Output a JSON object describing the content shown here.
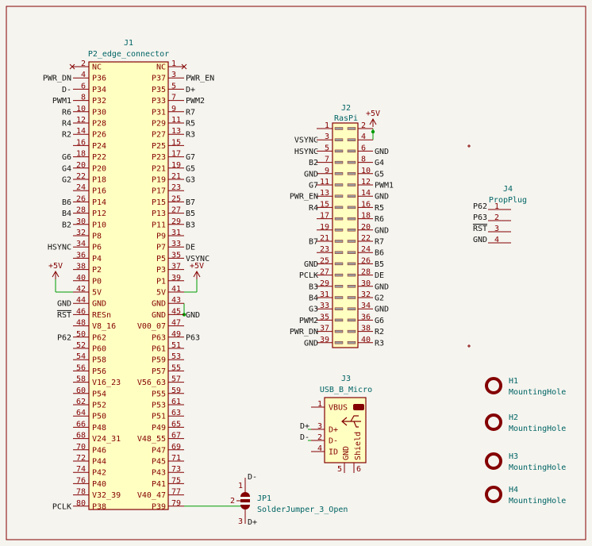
{
  "symbols": {
    "j1": {
      "ref": "J1",
      "value": "P2_edge_connector",
      "left_pins": [
        "2",
        "4",
        "6",
        "8",
        "10",
        "12",
        "14",
        "16",
        "18",
        "20",
        "22",
        "24",
        "26",
        "28",
        "30",
        "32",
        "34",
        "36",
        "38",
        "40",
        "42",
        "44",
        "46",
        "48",
        "50",
        "52",
        "54",
        "56",
        "58",
        "60",
        "62",
        "64",
        "66",
        "68",
        "70",
        "72",
        "74",
        "76",
        "78",
        "80"
      ],
      "left_names": [
        "NC",
        "P36",
        "P34",
        "P32",
        "P30",
        "P28",
        "P26",
        "P24",
        "P22",
        "P20",
        "P18",
        "P16",
        "P14",
        "P12",
        "P10",
        "P8",
        "P6",
        "P4",
        "P2",
        "P0",
        "5V",
        "GND",
        "RESn",
        "V8_16",
        "P62",
        "P60",
        "P58",
        "P56",
        "V16_23",
        "P54",
        "P52",
        "P50",
        "P48",
        "V24_31",
        "P46",
        "P44",
        "P42",
        "P40",
        "V32_39",
        "P38"
      ],
      "right_pins": [
        "1",
        "3",
        "5",
        "7",
        "9",
        "11",
        "13",
        "15",
        "17",
        "19",
        "21",
        "23",
        "25",
        "27",
        "29",
        "31",
        "33",
        "35",
        "37",
        "39",
        "41",
        "43",
        "45",
        "47",
        "49",
        "51",
        "53",
        "55",
        "57",
        "59",
        "61",
        "63",
        "65",
        "67",
        "69",
        "71",
        "73",
        "75",
        "77",
        "79"
      ],
      "right_names": [
        "NC",
        "P37",
        "P35",
        "P33",
        "P31",
        "P29",
        "P27",
        "P25",
        "P23",
        "P21",
        "P19",
        "P17",
        "P15",
        "P13",
        "P11",
        "P9",
        "P7",
        "P5",
        "P3",
        "P1",
        "5V",
        "GND",
        "GND",
        "V00_07",
        "P63",
        "P61",
        "P59",
        "P57",
        "V56_63",
        "P55",
        "P53",
        "P51",
        "P49",
        "V48_55",
        "P47",
        "P45",
        "P43",
        "P41",
        "V40_47",
        "P39"
      ],
      "left_labels": [
        "",
        "PWR_DN",
        "D-",
        "PWM1",
        "R6",
        "R4",
        "R2",
        "",
        "G6",
        "G4",
        "G2",
        "",
        "B6",
        "B4",
        "B2",
        "",
        "HSYNC",
        "",
        "",
        "",
        "",
        "GND",
        "RST",
        "",
        "P62",
        "",
        "",
        "",
        "",
        "",
        "",
        "",
        "",
        "",
        "",
        "",
        "",
        "",
        "",
        "PCLK"
      ],
      "right_labels": [
        "",
        "PWR_EN",
        "D+",
        "PWM2",
        "R7",
        "R5",
        "R3",
        "",
        "G7",
        "G5",
        "G3",
        "",
        "B7",
        "B5",
        "B3",
        "",
        "DE",
        "VSYNC",
        "",
        "",
        "",
        "",
        "GND",
        "",
        "P63",
        "",
        "",
        "",
        "",
        "",
        "",
        "",
        "",
        "",
        "",
        "",
        "",
        "",
        "",
        ""
      ]
    },
    "j2": {
      "ref": "J2",
      "value": "RasPi",
      "left_pins": [
        "1",
        "3",
        "5",
        "7",
        "9",
        "11",
        "13",
        "15",
        "17",
        "19",
        "21",
        "23",
        "25",
        "27",
        "29",
        "31",
        "33",
        "35",
        "37",
        "39"
      ],
      "right_pins": [
        "2",
        "4",
        "6",
        "8",
        "10",
        "12",
        "14",
        "16",
        "18",
        "20",
        "22",
        "24",
        "26",
        "28",
        "30",
        "32",
        "34",
        "36",
        "38",
        "40"
      ],
      "left_labels": [
        "",
        "VSYNC",
        "HSYNC",
        "B2",
        "GND",
        "G7",
        "PWR_EN",
        "R4",
        "",
        "",
        "B7",
        "",
        "GND",
        "PCLK",
        "B3",
        "B4",
        "G3",
        "PWM2",
        "PWR_DN",
        "GND"
      ],
      "right_labels": [
        "",
        "",
        "GND",
        "G4",
        "G5",
        "PWM1",
        "GND",
        "R5",
        "R6",
        "GND",
        "R7",
        "B6",
        "B5",
        "DE",
        "GND",
        "G2",
        "GND",
        "G6",
        "R2",
        "R3"
      ]
    },
    "j3": {
      "ref": "J3",
      "value": "USB_B_Micro",
      "pins": [
        "1",
        "3",
        "2",
        "4",
        "5",
        "6"
      ],
      "pin_names": [
        "VBUS",
        "D+",
        "D-",
        "ID",
        "GND",
        "Shield"
      ],
      "labels": [
        "D+",
        "D-"
      ]
    },
    "j4": {
      "ref": "J4",
      "value": "PropPlug",
      "pins": [
        "1",
        "2",
        "3",
        "4"
      ],
      "labels": [
        "P62",
        "P63",
        "RST",
        "GND"
      ]
    },
    "jp1": {
      "ref": "JP1",
      "value": "SolderJumper_3_Open",
      "pins": [
        "1",
        "2",
        "3"
      ],
      "labels": [
        "D-",
        "D+"
      ]
    },
    "mounting_holes": [
      {
        "ref": "H1",
        "value": "MountingHole"
      },
      {
        "ref": "H2",
        "value": "MountingHole"
      },
      {
        "ref": "H3",
        "value": "MountingHole"
      },
      {
        "ref": "H4",
        "value": "MountingHole"
      }
    ],
    "power": {
      "plus5v": "+5V"
    }
  },
  "colors": {
    "wire": "#009b00",
    "pin": "#840000",
    "body_fill": "#ffffc2",
    "field_text": "#006464",
    "label_text": "#111111",
    "background": "#f5f4ef"
  }
}
